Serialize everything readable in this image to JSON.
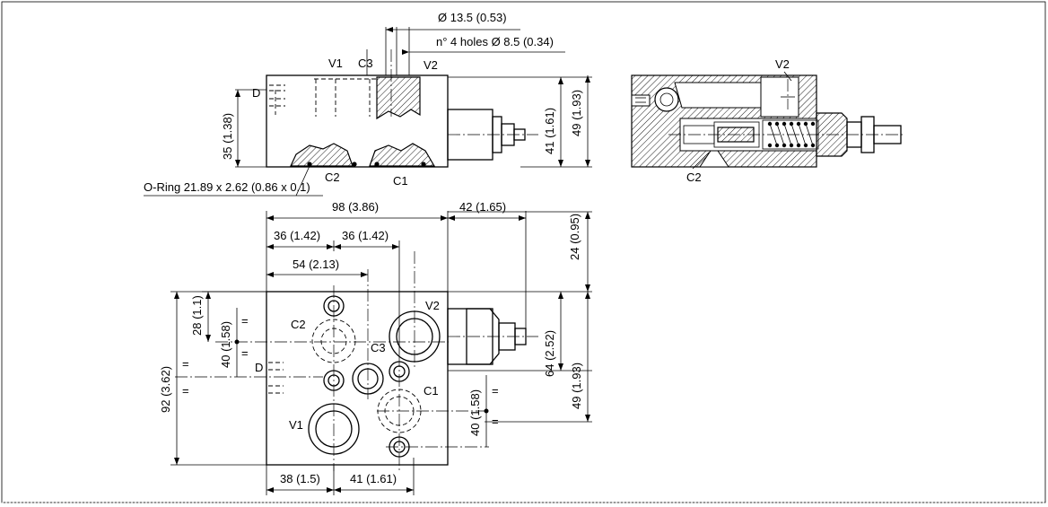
{
  "labels": {
    "dia_hole": "Ø 13.5 (0.53)",
    "holes": "n° 4 holes Ø 8.5 (0.34)",
    "v1_top": "V1",
    "c3_top": "C3",
    "v2_top": "V2",
    "d_top": "D",
    "c2_top": "C2",
    "c1_top": "C1",
    "h35": "35 (1.38)",
    "h41": "41 (1.61)",
    "h49_top": "49 (1.93)",
    "oring": "O-Ring 21.89 x 2.62 (0.86 x 0.1)",
    "w98": "98 (3.86)",
    "w42": "42 (1.65)",
    "h24": "24 (0.95)",
    "w36a": "36 (1.42)",
    "w36b": "36 (1.42)",
    "w54": "54 (2.13)",
    "h28": "28 (1.1)",
    "h40_left": "40 (1.58)",
    "h92": "92 (3.62)",
    "c2_front": "C2",
    "c3_front": "C3",
    "v2_front": "V2",
    "d_front": "D",
    "c1_front": "C1",
    "v1_front": "V1",
    "h64": "64 (2.52)",
    "h49_front": "49 (1.93)",
    "h40_right": "40 (1.58)",
    "w38": "38 (1.5)",
    "w41": "41 (1.61)",
    "v2_section": "V2",
    "c2_section": "C2",
    "eq": "="
  }
}
